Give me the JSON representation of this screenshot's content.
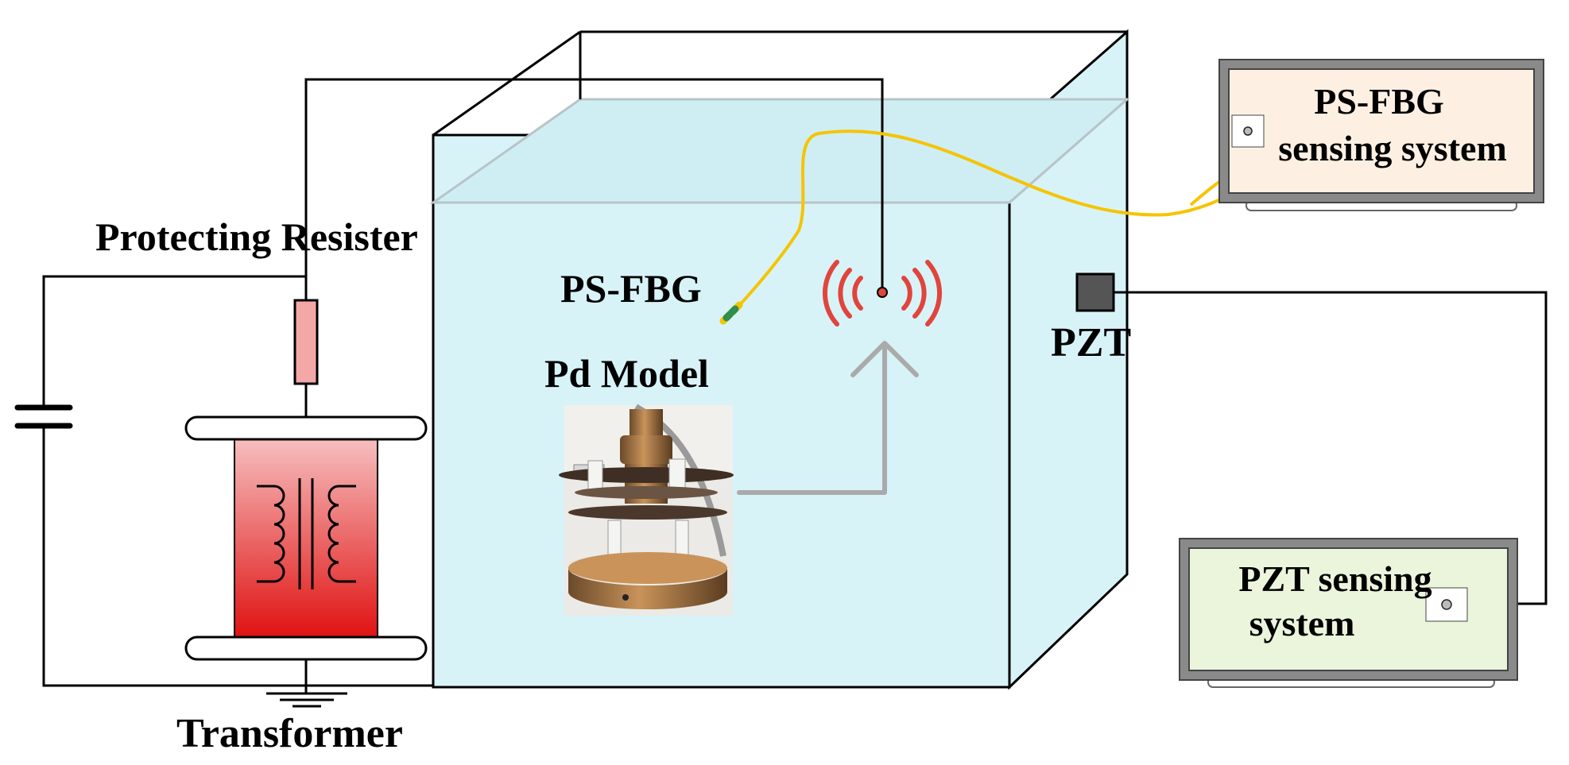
{
  "labels": {
    "protecting_resister": "Protecting Resister",
    "transformer": "Transformer",
    "ps_fbg": "PS-FBG",
    "pd_model": "Pd Model",
    "pzt": "PZT",
    "ps_fbg_system_line1": "PS-FBG",
    "ps_fbg_system_line2": "sensing system",
    "pzt_system_line1": "PZT sensing",
    "pzt_system_line2": "system"
  },
  "colors": {
    "tank_fill": "#d8f3f8",
    "fiber": "#f5c400",
    "signal": "#e0453c",
    "arrow": "#aaaaaa",
    "resister": "#f3a7a7",
    "transformer_top": "#f7c7c7",
    "transformer_bottom": "#e01010",
    "ps_fbg_screen": "#fdf0e3",
    "pzt_screen": "#eaf5dc",
    "monitor_frame": "#8a8a8a",
    "pzt_sensor": "#555555"
  },
  "icons": {
    "capacitor": "capacitor-symbol",
    "ground": "ground-symbol",
    "discharge": "discharge-source-icon",
    "signal_waves": "signal-wave-icon"
  }
}
